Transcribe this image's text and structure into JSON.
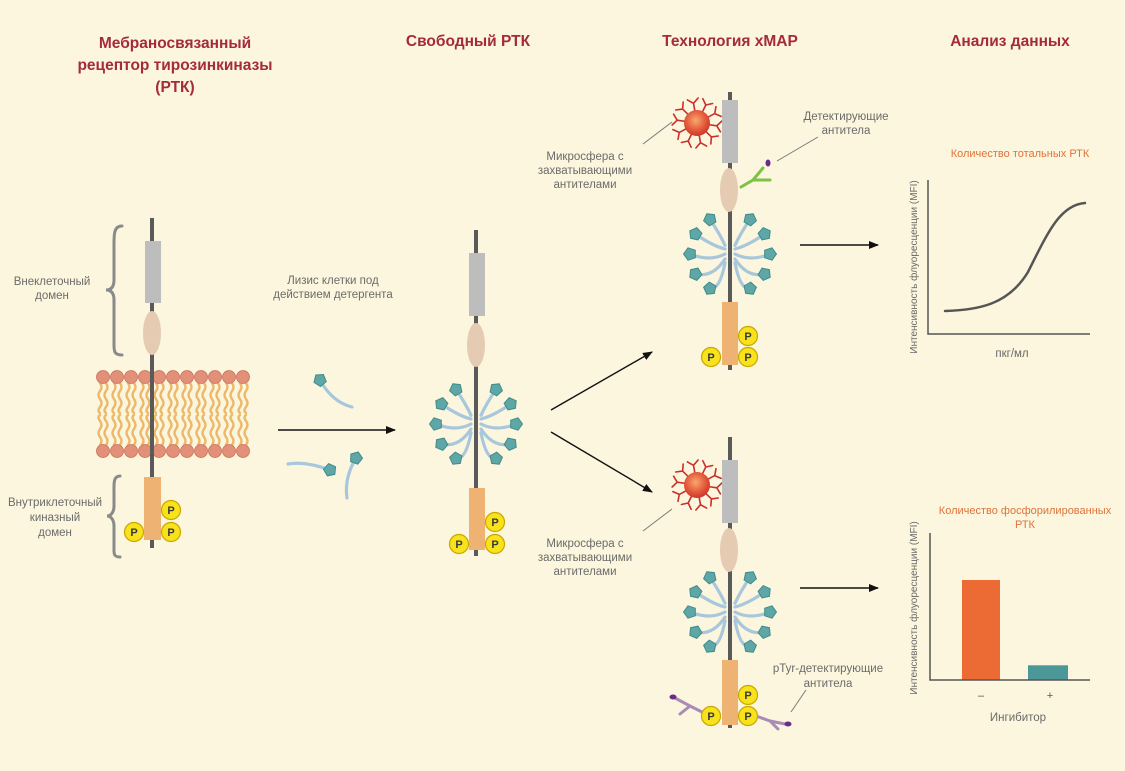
{
  "headers": {
    "membrane": [
      "Мебраносвязанный",
      "рецептор тирозинкиназы",
      "(РТК)"
    ],
    "free": "Свободный РТК",
    "xmap": "Технология xMAP",
    "analysis": "Анализ данных"
  },
  "labels": {
    "extracellular": [
      "Внеклеточный",
      "домен"
    ],
    "intracellular": [
      "Внутриклеточный",
      "киназный",
      "домен"
    ],
    "lysis": [
      "Лизис клетки под",
      "действием детергента"
    ],
    "microsphere_top": [
      "Микросфера с",
      "захватывающими",
      "антителами"
    ],
    "detecting": [
      "Детектирующие",
      "антитела"
    ],
    "microsphere_bottom": [
      "Микросфера с",
      "захватывающими",
      "антителами"
    ],
    "ptyr": [
      "pTyr-детектирующие",
      "антитела"
    ]
  },
  "phospho_symbol": "P",
  "chart_total": {
    "title": "Количество тотальных РТК",
    "ylabel": "Интенсивность флуоресценции (MFI)",
    "xlabel": "пкг/мл"
  },
  "chart_phospho": {
    "title": [
      "Количество фосфорилированных",
      "РТК"
    ],
    "ylabel": "Интенсивность флуоресценции (MFI)",
    "xlabel": "Ингибитор",
    "bars": [
      {
        "tick": "–",
        "level": 0.68,
        "color": "#EC6A33"
      },
      {
        "tick": "+",
        "level": 0.1,
        "color": "#4C9797"
      }
    ]
  },
  "colors": {
    "background": "#FBF6DD",
    "header": "#A52A3B",
    "chart_title": "#E0733A"
  }
}
